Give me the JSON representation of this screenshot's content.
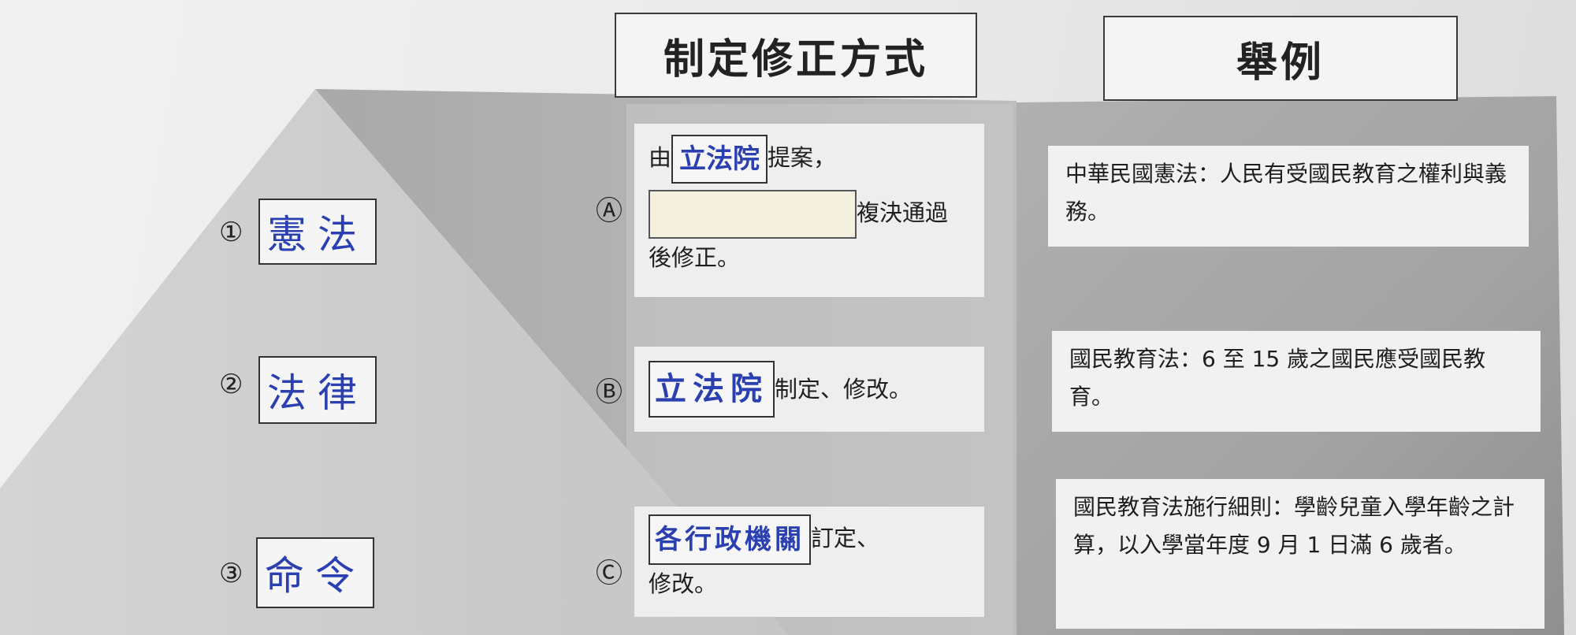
{
  "headers": {
    "method": "制定修正方式",
    "example": "舉例"
  },
  "levels": [
    {
      "num": "①",
      "text": "憲法"
    },
    {
      "num": "②",
      "text": "法律"
    },
    {
      "num": "③",
      "text": "命令"
    }
  ],
  "methods": {
    "A": {
      "mark": "Ⓐ",
      "prefix": "由",
      "hw": "立法院",
      "after_hw": "提案，",
      "line2_after": "複決通過",
      "line3": "後修正。"
    },
    "B": {
      "mark": "Ⓑ",
      "hw": "立法院",
      "after_hw": "制定、修改。"
    },
    "C": {
      "mark": "Ⓒ",
      "hw": "各行政機關",
      "after_hw": "訂定、",
      "line2": "修改。"
    }
  },
  "examples": [
    "中華民國憲法：人民有受國民教育之權利與義務。",
    "國民教育法：6 至 15 歲之國民應受國民教育。",
    "國民教育法施行細則：學齡兒童入學年齡之計算，以入學當年度 9 月 1 日滿 6 歲者。"
  ]
}
